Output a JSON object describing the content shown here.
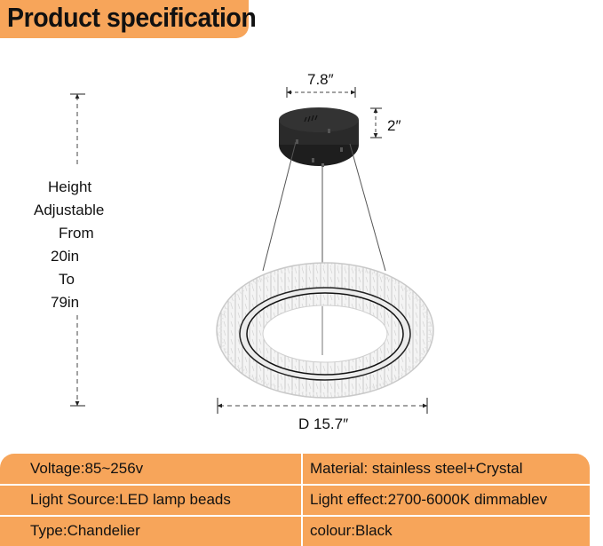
{
  "header": {
    "title": "Product specification"
  },
  "dimensions": {
    "canopy_width": "7.8″",
    "canopy_height": "2″",
    "ring_diameter": "D 15.7″",
    "height_adjustable": {
      "lines": [
        "Height",
        "Adjustable",
        "From",
        "20in",
        "To",
        "79in"
      ]
    }
  },
  "product_image": {
    "description": "Black round ceiling canopy with three suspension cables holding a crystal ring chandelier",
    "canopy_color": "#2a2a2a"
  },
  "spec_table": {
    "background_color": "#f7a55a",
    "rows": [
      {
        "left": "Voltage:85~256v",
        "right": "Material: stainless steel+Crystal"
      },
      {
        "left": "Light Source:LED lamp beads",
        "right": "Light effect:2700-6000K dimmablev"
      },
      {
        "left": "Type:Chandelier",
        "right": "colour:Black"
      }
    ]
  },
  "colors": {
    "accent": "#f7a55a",
    "text": "#111111",
    "background": "#ffffff"
  }
}
